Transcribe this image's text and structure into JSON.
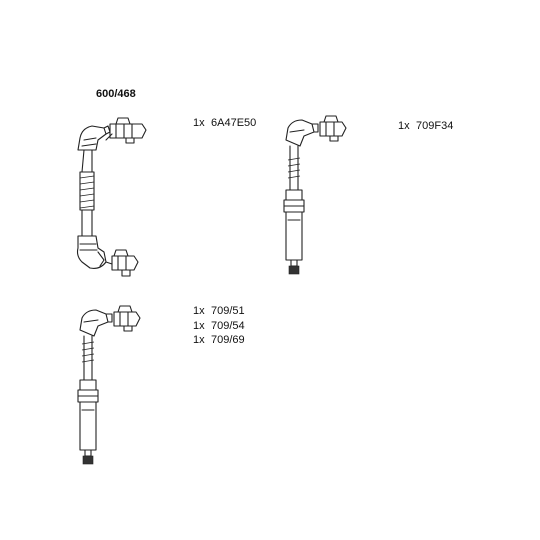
{
  "set_number": "600/468",
  "parts": [
    {
      "qty": "1x",
      "code": "6A47E50"
    },
    {
      "qty": "1x",
      "code": "709F34"
    },
    {
      "qty": "1x",
      "code": "709/51"
    },
    {
      "qty": "1x",
      "code": "709/54"
    },
    {
      "qty": "1x",
      "code": "709/69"
    }
  ]
}
